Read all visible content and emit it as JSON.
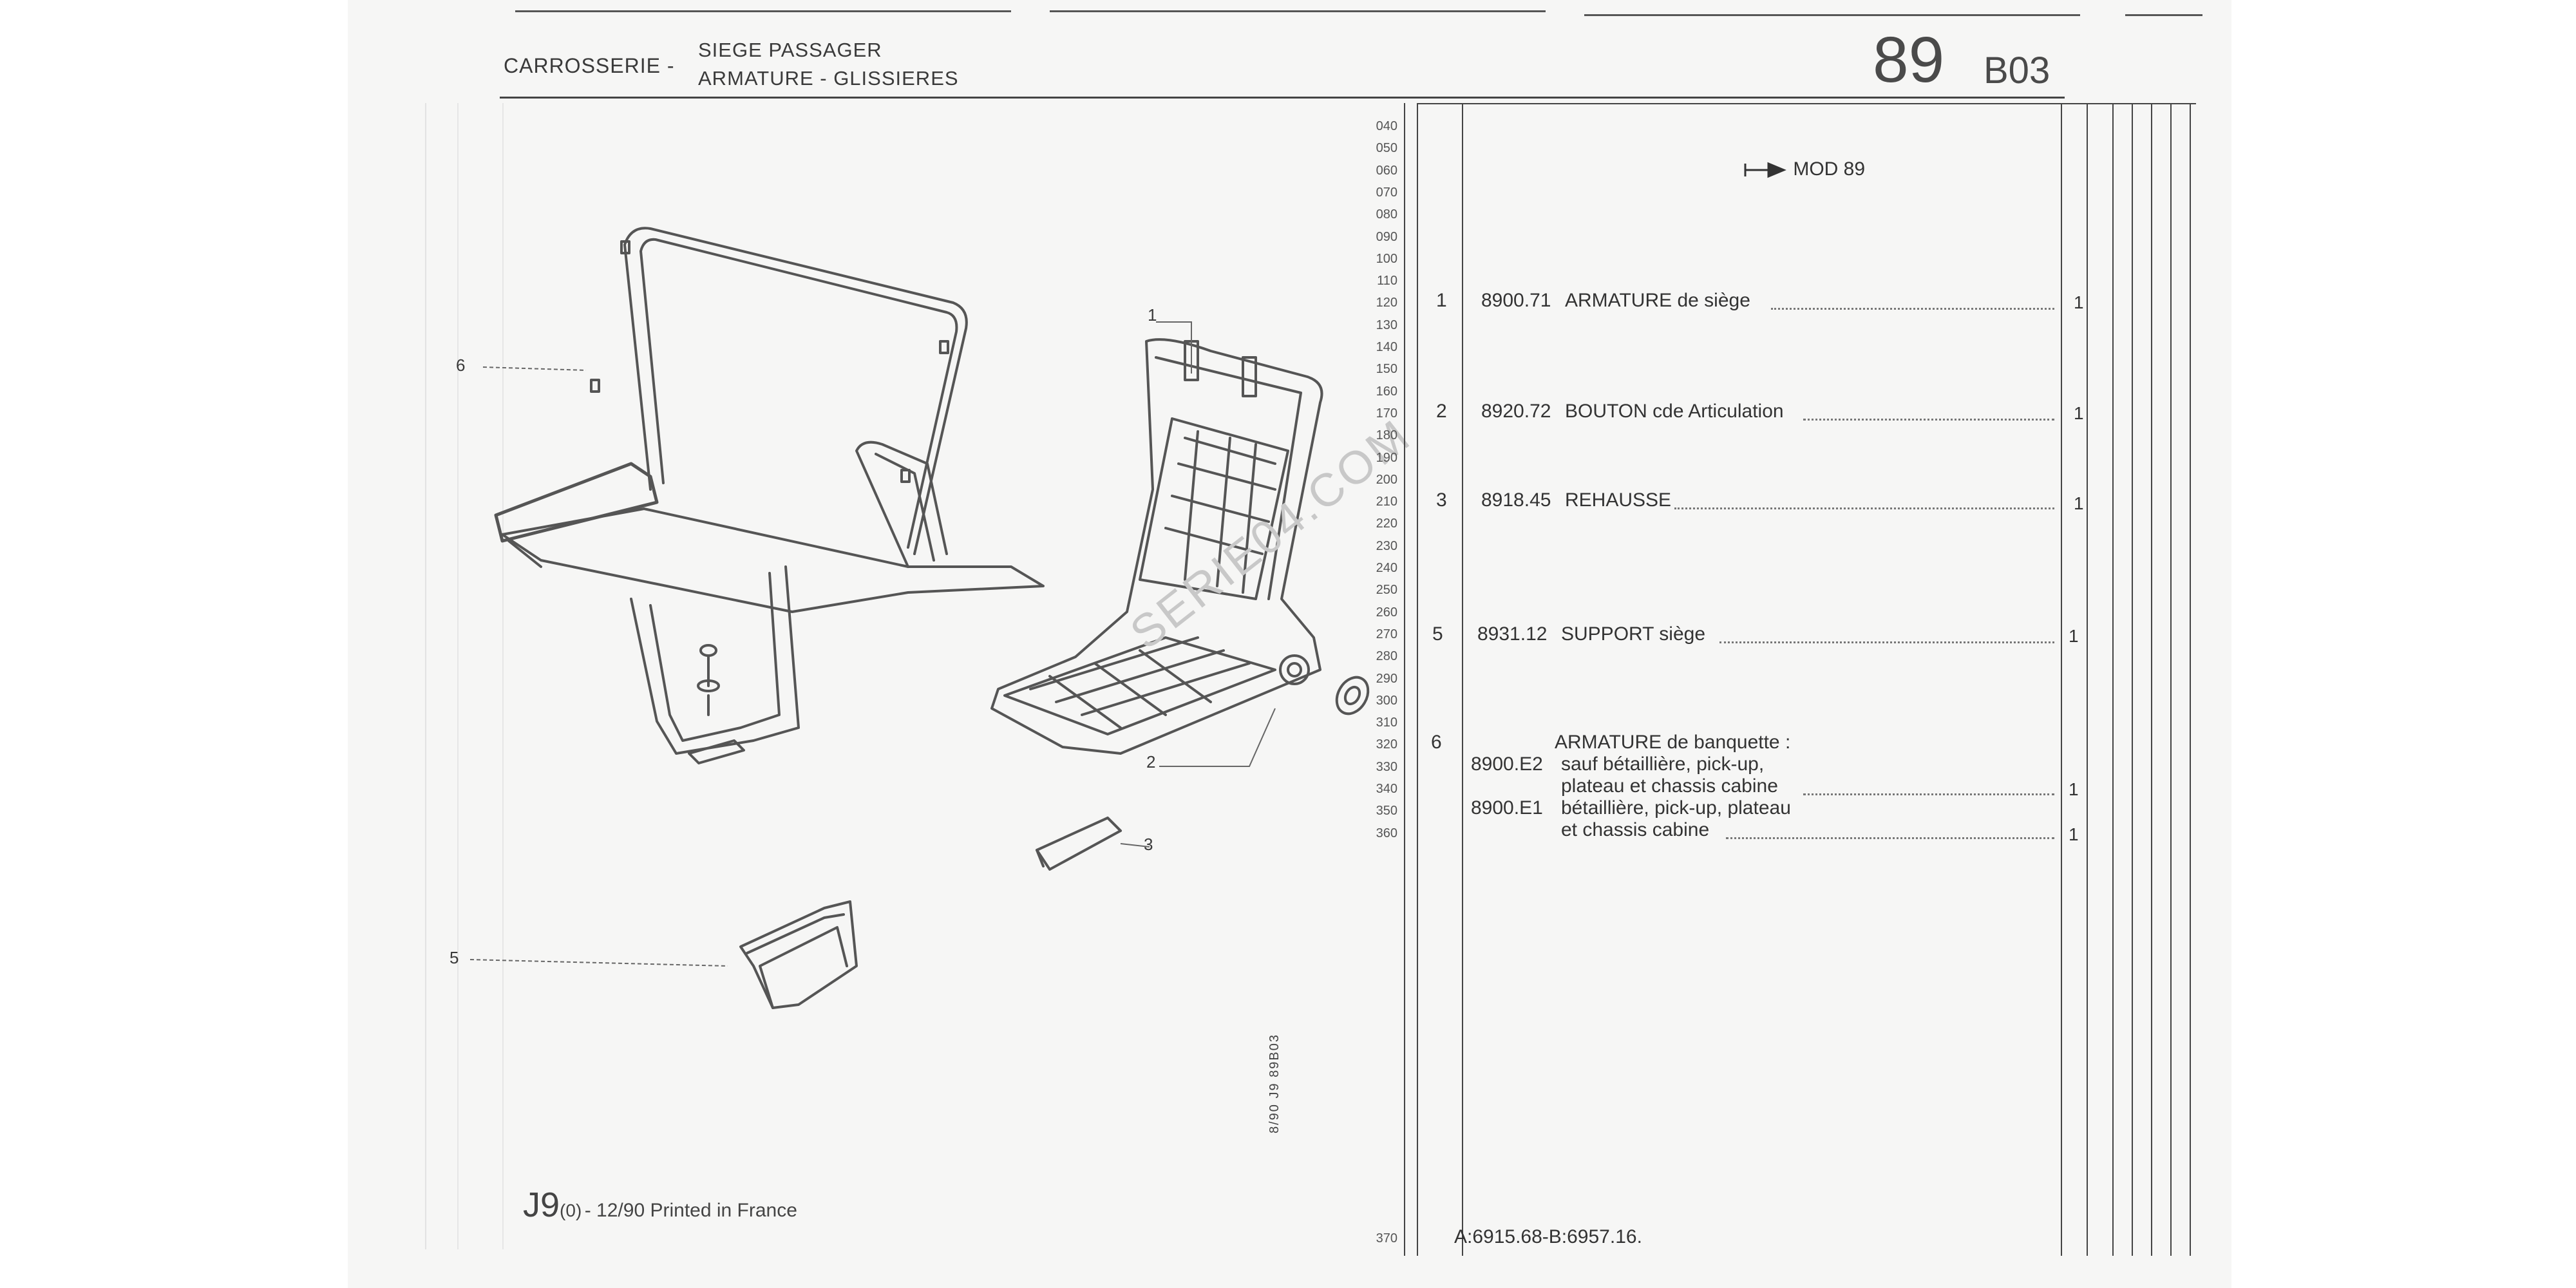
{
  "header": {
    "section": "CARROSSERIE -",
    "subtitle_1": "SIEGE PASSAGER",
    "subtitle_2": "ARMATURE - GLISSIERES",
    "page_number": "89",
    "page_code": "B03"
  },
  "mod_note": "MOD 89",
  "line_numbers": [
    "040",
    "050",
    "060",
    "070",
    "080",
    "090",
    "100",
    "110",
    "120",
    "130",
    "140",
    "150",
    "160",
    "170",
    "180",
    "190",
    "200",
    "210",
    "220",
    "230",
    "240",
    "250",
    "260",
    "270",
    "280",
    "290",
    "300",
    "310",
    "320",
    "330",
    "340",
    "350",
    "360"
  ],
  "last_line_number": "370",
  "parts": [
    {
      "ref": "1",
      "code": "8900.71",
      "name": "ARMATURE",
      "desc": "de siège",
      "qty": "1"
    },
    {
      "ref": "2",
      "code": "8920.72",
      "name": "BOUTON",
      "desc": "cde Articulation",
      "qty": "1"
    },
    {
      "ref": "3",
      "code": "8918.45",
      "name": "REHAUSSE",
      "desc": "",
      "qty": "1"
    },
    {
      "ref": "5",
      "code": "8931.12",
      "name": "SUPPORT",
      "desc": "siège",
      "qty": "1"
    }
  ],
  "group6": {
    "ref": "6",
    "title": "ARMATURE de banquette :",
    "items": [
      {
        "code": "8900.E2",
        "line1": "sauf bétaillière, pick-up,",
        "line2": "plateau et chassis cabine",
        "qty": "1"
      },
      {
        "code": "8900.E1",
        "line1": "bétaillière, pick-up, plateau",
        "line2": "et chassis cabine",
        "qty": "1"
      }
    ]
  },
  "callouts": [
    "1",
    "2",
    "3",
    "5",
    "6"
  ],
  "vertical_code": "8/90  J9  89B03",
  "footer": {
    "model": "J9",
    "model_suffix": "(0)",
    "printed": "- 12/90 Printed in France",
    "bottom_ref": "A:6915.68-B:6957.16."
  },
  "watermark": "SERIE04.COM"
}
